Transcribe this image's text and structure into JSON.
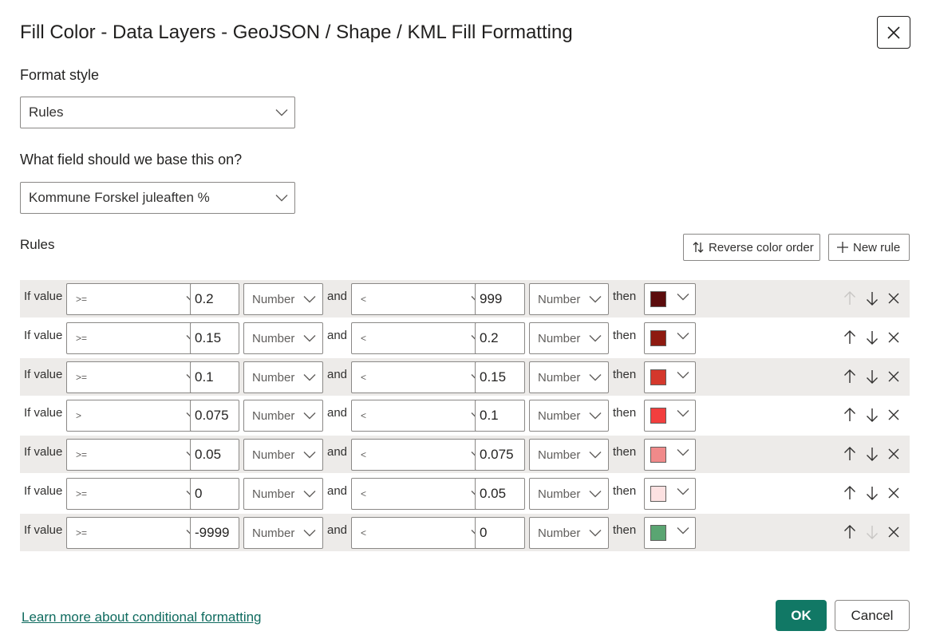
{
  "dialog": {
    "title": "Fill Color - Data Layers - GeoJSON / Shape / KML Fill Formatting",
    "format_style_label": "Format style",
    "format_style_value": "Rules",
    "field_label": "What field should we base this on?",
    "field_value": "Kommune Forskel juleaften %",
    "rules_label": "Rules",
    "reverse_color_order_label": "Reverse color order",
    "new_rule_label": "New rule",
    "learn_more_link": "Learn more about conditional formatting",
    "ok_label": "OK",
    "cancel_label": "Cancel"
  },
  "rules": [
    {
      "if_text": "If value",
      "op1": ">=",
      "val1": "0.2",
      "type1": "Number",
      "and_text": "and",
      "op2": "<",
      "val2": "999",
      "type2": "Number",
      "then_text": "then",
      "color": "#5b0c0c",
      "up_enabled": false,
      "down_enabled": true
    },
    {
      "if_text": "If value",
      "op1": ">=",
      "val1": "0.15",
      "type1": "Number",
      "and_text": "and",
      "op2": "<",
      "val2": "0.2",
      "type2": "Number",
      "then_text": "then",
      "color": "#8e1a10",
      "up_enabled": true,
      "down_enabled": true
    },
    {
      "if_text": "If value",
      "op1": ">=",
      "val1": "0.1",
      "type1": "Number",
      "and_text": "and",
      "op2": "<",
      "val2": "0.15",
      "type2": "Number",
      "then_text": "then",
      "color": "#d4382c",
      "up_enabled": true,
      "down_enabled": true
    },
    {
      "if_text": "If value",
      "op1": ">",
      "val1": "0.075",
      "type1": "Number",
      "and_text": "and",
      "op2": "<",
      "val2": "0.1",
      "type2": "Number",
      "then_text": "then",
      "color": "#f23e3e",
      "up_enabled": true,
      "down_enabled": true
    },
    {
      "if_text": "If value",
      "op1": ">=",
      "val1": "0.05",
      "type1": "Number",
      "and_text": "and",
      "op2": "<",
      "val2": "0.075",
      "type2": "Number",
      "then_text": "then",
      "color": "#f08a8a",
      "up_enabled": true,
      "down_enabled": true
    },
    {
      "if_text": "If value",
      "op1": ">=",
      "val1": "0",
      "type1": "Number",
      "and_text": "and",
      "op2": "<",
      "val2": "0.05",
      "type2": "Number",
      "then_text": "then",
      "color": "#fce1e1",
      "up_enabled": true,
      "down_enabled": true
    },
    {
      "if_text": "If value",
      "op1": ">=",
      "val1": "-9999",
      "type1": "Number",
      "and_text": "and",
      "op2": "<",
      "val2": "0",
      "type2": "Number",
      "then_text": "then",
      "color": "#5aa572",
      "up_enabled": true,
      "down_enabled": false
    }
  ],
  "icons": {
    "close": "close-icon",
    "chevron": "chevron-down-icon",
    "reverse": "swap-vertical-icon",
    "add": "plus-icon",
    "up": "arrow-up-icon",
    "down": "arrow-down-icon",
    "delete": "close-icon"
  }
}
